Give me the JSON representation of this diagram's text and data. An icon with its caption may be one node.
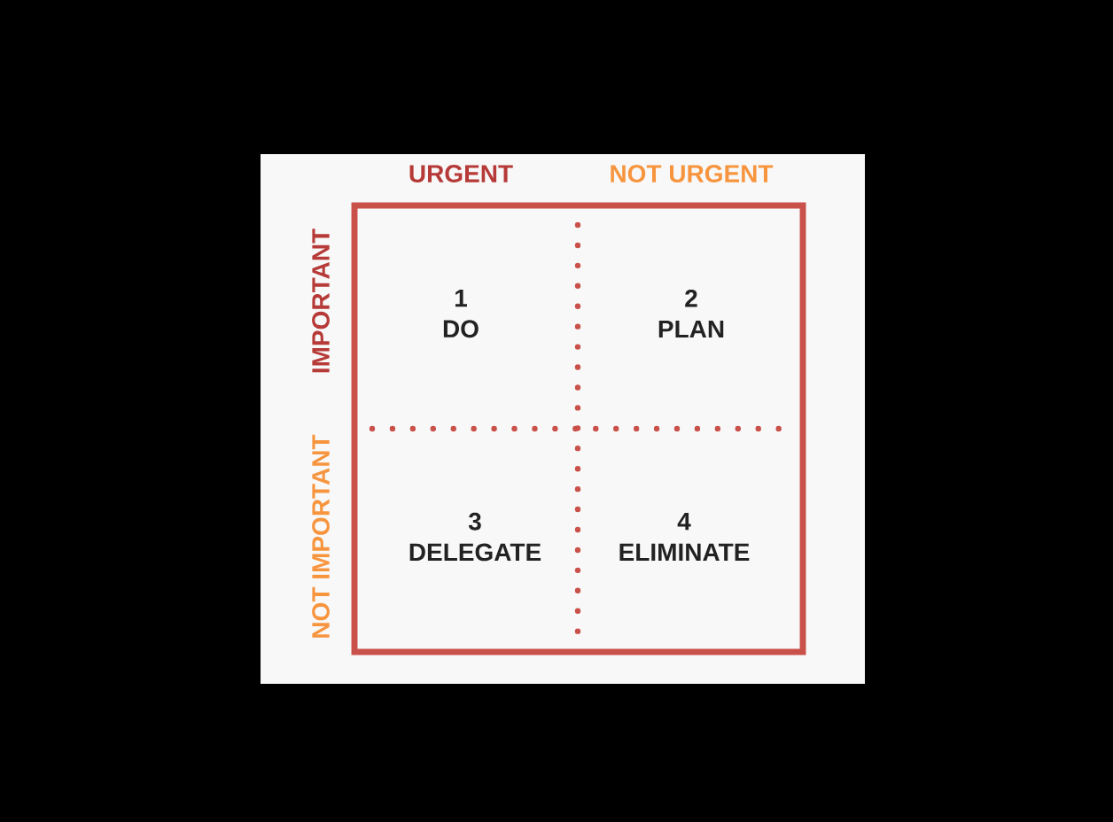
{
  "diagram": {
    "nodes": [
      {
        "text": [
          "1",
          "DO"
        ]
      },
      {
        "text": [
          "2",
          "PLAN"
        ]
      },
      {
        "text": [
          "3",
          "DELEGATE"
        ]
      },
      {
        "text": [
          "4",
          "ELIMINATE"
        ]
      }
    ],
    "labels": [
      "URGENT",
      "NOT URGENT",
      "IMPORTANT",
      "NOT IMPORTANT"
    ]
  }
}
